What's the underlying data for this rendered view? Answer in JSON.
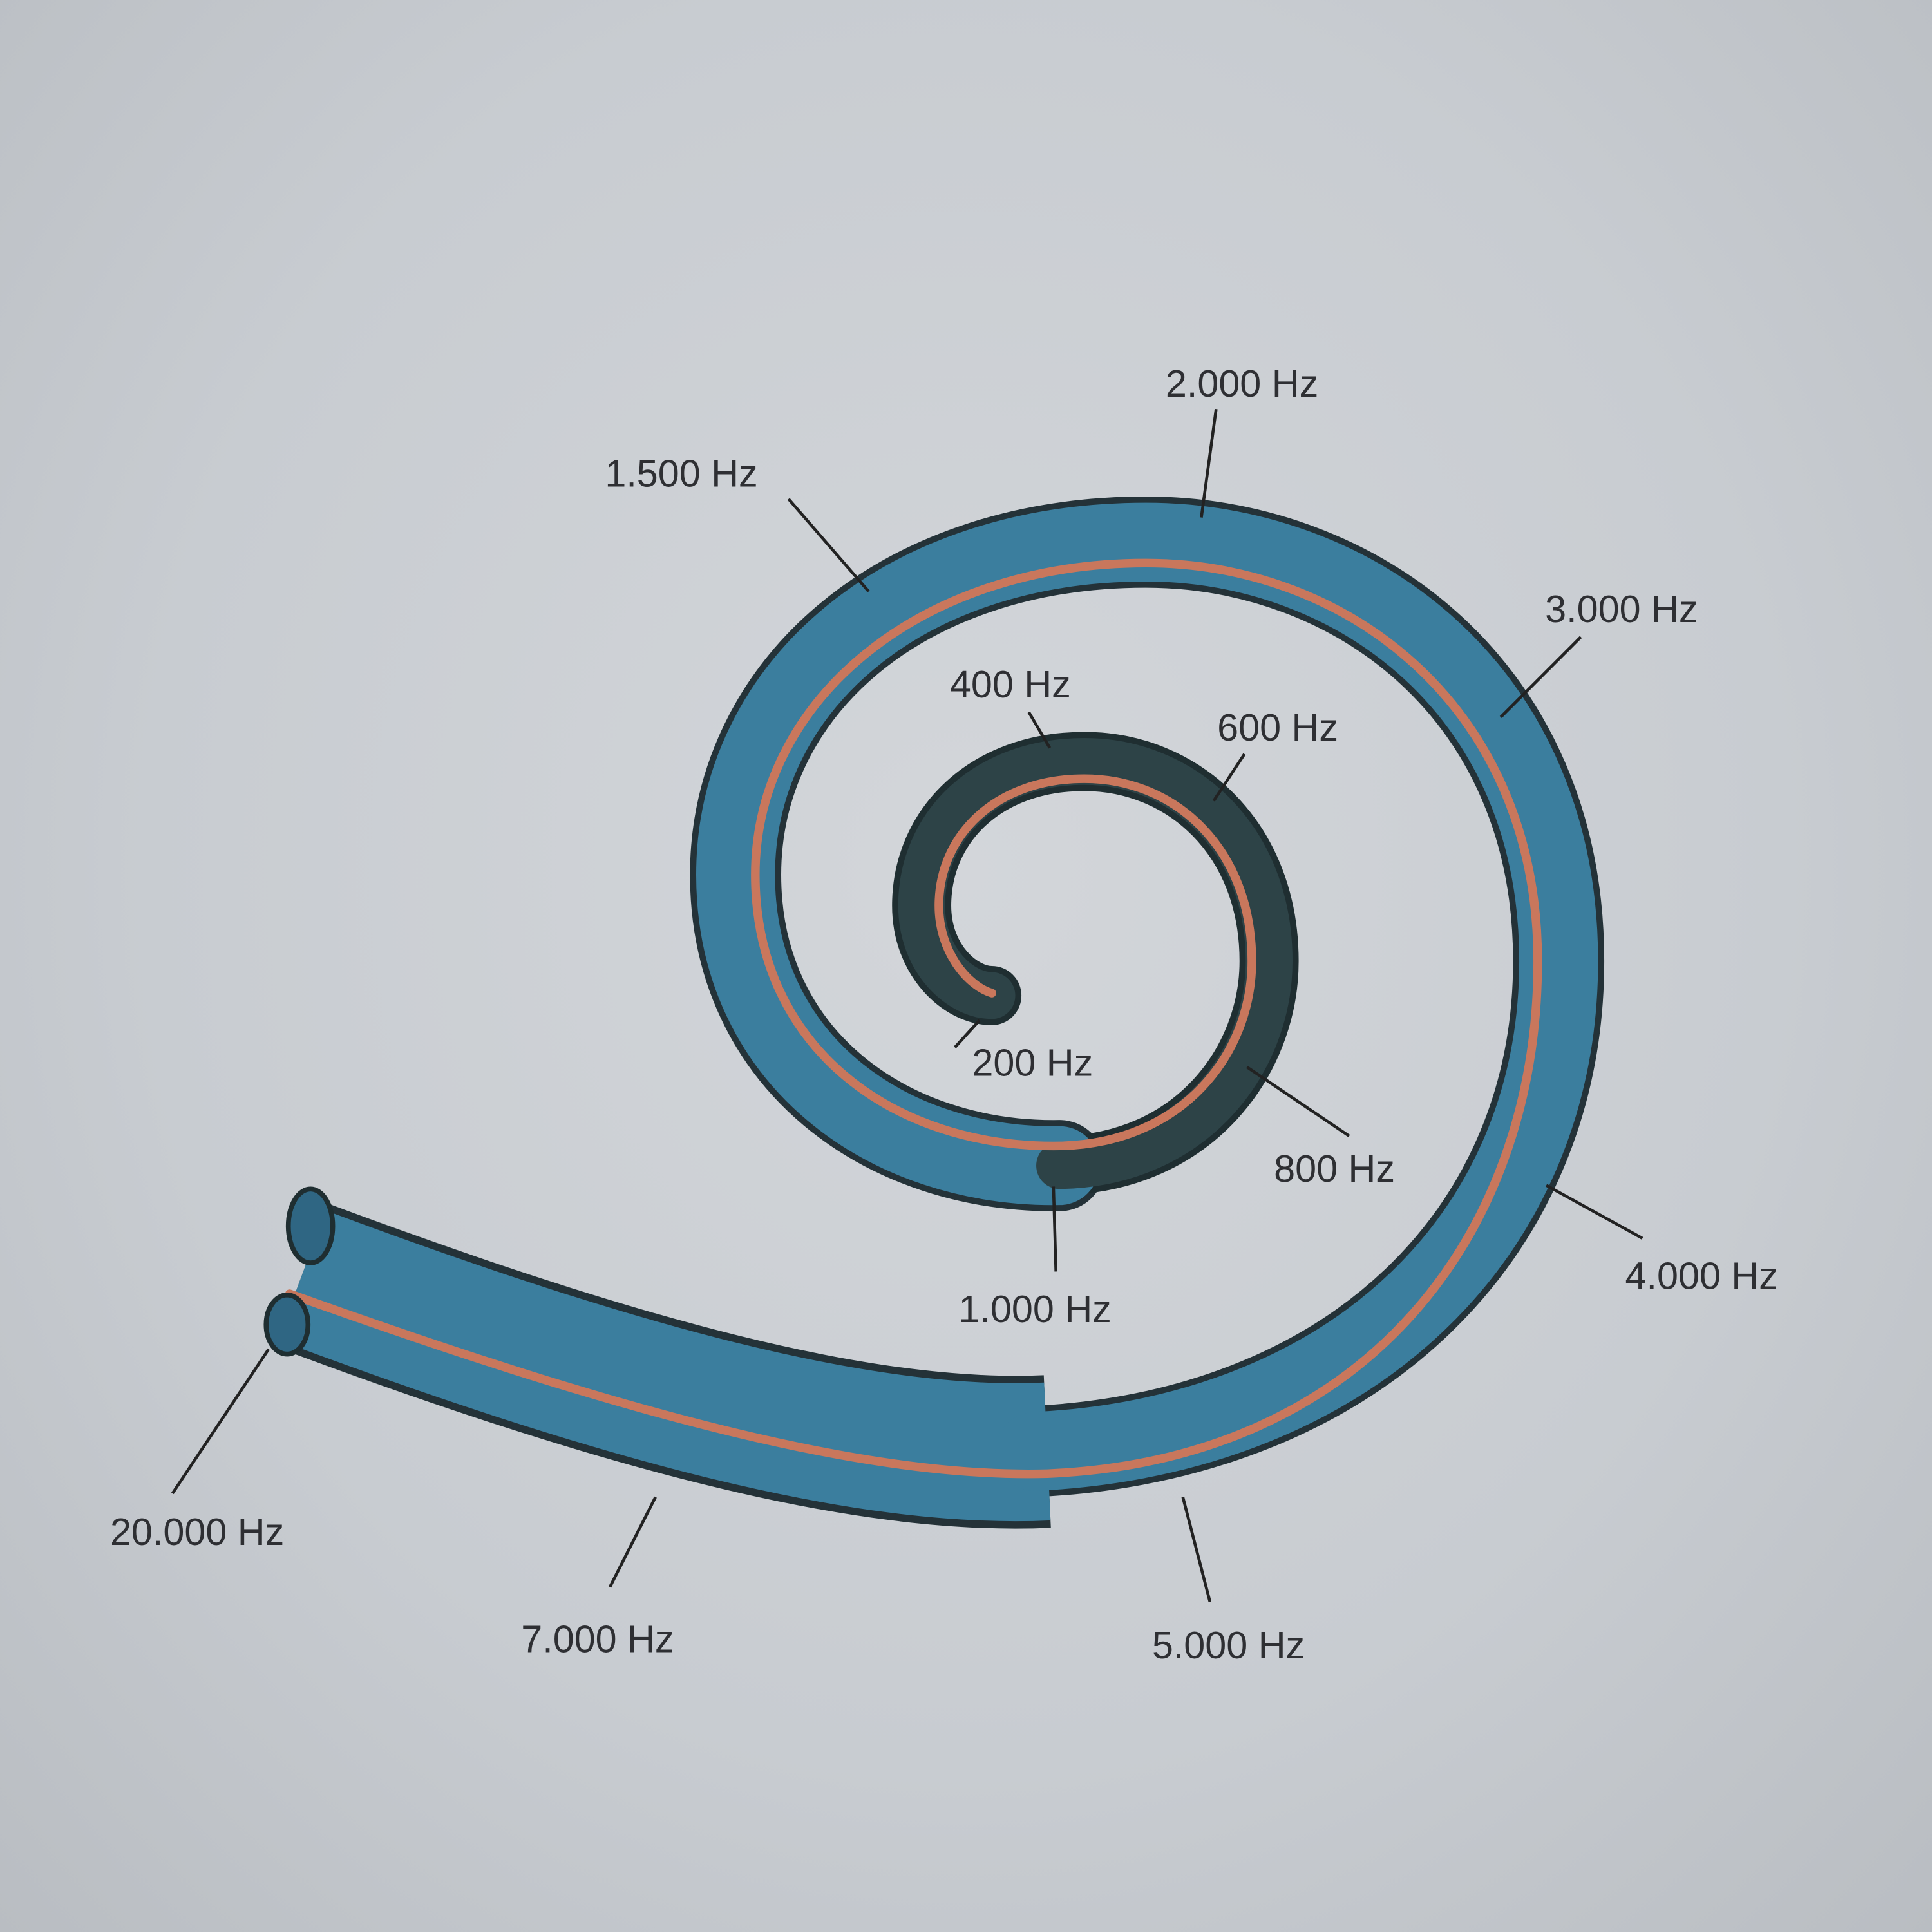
{
  "title": "Cochlea frequency map (tonotopic spiral)",
  "colors": {
    "background": "#c9cdd2",
    "outer_tube": "#3b7e9e",
    "inner_tube": "#2d4347",
    "stripe": "#c9775c",
    "outline": "#243238"
  },
  "labels": {
    "hz20000": "20.000 Hz",
    "hz7000": "7.000 Hz",
    "hz5000": "5.000 Hz",
    "hz4000": "4.000 Hz",
    "hz3000": "3.000 Hz",
    "hz2000": "2.000 Hz",
    "hz1500": "1.500 Hz",
    "hz1000": "1.000 Hz",
    "hz800": "800 Hz",
    "hz600": "600 Hz",
    "hz400": "400 Hz",
    "hz200": "200 Hz"
  }
}
